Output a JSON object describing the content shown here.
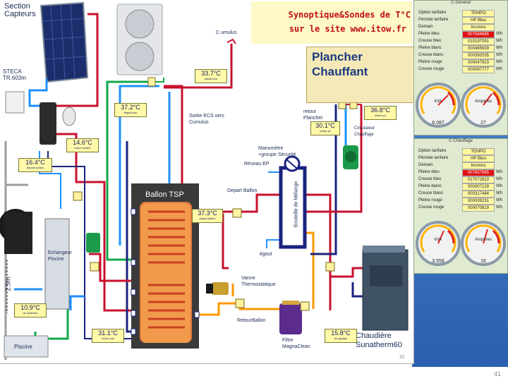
{
  "header": {
    "line1": "Synoptique&Sondes de T°C",
    "line2": "sur le site www.itow.fr"
  },
  "labels": {
    "section_capteurs": "Section\nCapteurs",
    "steca": "STECA\nTR.603m",
    "c_umulus": "C umulus",
    "sortie_ecs": "Sortie ECS vers\nCumulus",
    "plancher": "Plancher\nChauffant",
    "retour_plancher": "retour\nPlancher",
    "circulateur": "Circulateur\nChauffage",
    "manometre": "Manomètre\n+groupe Sécurité",
    "reseau_ep": "Réseau EP",
    "depart_ballon": "Depart Ballon",
    "bouteille": "Bouteille de Mélange",
    "egout": "égout",
    "ballon_tsp": "Ballon TSP",
    "vanne": "Vanne\nThermostatique",
    "retour_ballon": "RetourBallon",
    "filtre": "Filtre\nMagnaClean",
    "echangeur": "Echangeur\nPiscine",
    "piscine": "Piscine",
    "chaudiere": "Chaudière\nSunatherm60",
    "height": "2.5m",
    "slide_small": "31",
    "page_number": "41"
  },
  "temps": {
    "t337": {
      "value": "33.7°C",
      "sub": "depart ecs"
    },
    "t372": {
      "value": "37.2°C",
      "sub": "depart pac"
    },
    "t146": {
      "value": "14.6°C",
      "sub": "retour solaire"
    },
    "t164": {
      "value": "16.4°C",
      "sub": "depart solaire"
    },
    "t373": {
      "value": "37.3°C",
      "sub": "depart ballon"
    },
    "t301": {
      "value": "30.1°C",
      "sub": "retour pc"
    },
    "t368": {
      "value": "36.8°C",
      "sub": "entrée pc"
    },
    "t109": {
      "value": "10.9°C",
      "sub": "air extérieur"
    },
    "t311": {
      "value": "31.1°C",
      "sub": "retour pac"
    },
    "t158": {
      "value": "15.8°C",
      "sub": "air garage"
    }
  },
  "panels": [
    {
      "title": "C-General",
      "rows": [
        {
          "k": "Option tarifaire",
          "v": "TEMPO",
          "u": "",
          "red": false
        },
        {
          "k": "Période tarifaire",
          "v": "HP Bleu",
          "u": "",
          "red": false
        },
        {
          "k": "Demain",
          "v": "Inconnu",
          "u": "",
          "red": false
        },
        {
          "k": "Pleine bleu",
          "v": "007584685",
          "u": "Wh",
          "red": true
        },
        {
          "k": "Creuse bleu",
          "v": "010197091",
          "u": "Wh",
          "red": false
        },
        {
          "k": "Pleine blanc",
          "v": "000465609",
          "u": "Wh",
          "red": false
        },
        {
          "k": "Creuse blanc",
          "v": "000392535",
          "u": "Wh",
          "red": false
        },
        {
          "k": "Pleine rouge",
          "v": "000047923",
          "u": "Wh",
          "red": false
        },
        {
          "k": "Creuse rouge",
          "v": "000087777",
          "u": "Wh",
          "red": false
        }
      ],
      "gauges": [
        {
          "label": "kVA",
          "value": "6.087"
        },
        {
          "label": "Ampères",
          "value": "27"
        }
      ]
    },
    {
      "title": "C-Chauffage",
      "rows": [
        {
          "k": "Option tarifaire",
          "v": "TEMPO",
          "u": "",
          "red": false
        },
        {
          "k": "Période tarifaire",
          "v": "HP Bleu",
          "u": "",
          "red": false
        },
        {
          "k": "Demain",
          "v": "Inconnu",
          "u": "",
          "red": false
        },
        {
          "k": "Pleine bleu",
          "v": "007657665",
          "u": "Wh",
          "red": true
        },
        {
          "k": "Creuse bleu",
          "v": "017072823",
          "u": "Wh",
          "red": false
        },
        {
          "k": "Pleine blanc",
          "v": "000307129",
          "u": "Wh",
          "red": false
        },
        {
          "k": "Creuse blanc",
          "v": "000317484",
          "u": "Wh",
          "red": false
        },
        {
          "k": "Pleine rouge",
          "v": "000009231",
          "u": "Wh",
          "red": false
        },
        {
          "k": "Creuse rouge",
          "v": "000070819",
          "u": "Wh",
          "red": false
        }
      ],
      "gauges": [
        {
          "label": "kVA",
          "value": "3.558"
        },
        {
          "label": "Ampères",
          "value": "16"
        }
      ]
    }
  ],
  "colors": {
    "hot": "#c8102e",
    "cold": "#1e90ff",
    "dark_blue": "#1a237e",
    "green": "#11a84a",
    "orange": "#ff9800",
    "gray": "#9e9e9e",
    "frame_bg": "#ffffff",
    "panel_blue": "#3a7bc8"
  }
}
